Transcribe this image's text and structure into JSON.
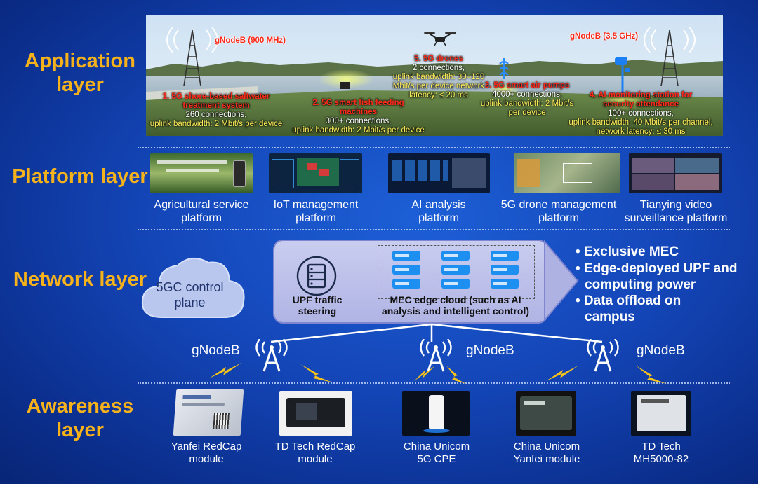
{
  "layers": {
    "application": "Application layer",
    "platform": "Platform layer",
    "network": "Network layer",
    "awareness": "Awareness layer"
  },
  "application": {
    "gnodeb_900": "gNodeB (900 MHz)",
    "gnodeb_35": "gNodeB (3.5 GHz)",
    "items": [
      {
        "title": "1. 5G shore-based saltwater treatment system",
        "detail_white": "260 connections,",
        "detail_yellow": "uplink bandwidth: 2 Mbit/s per device"
      },
      {
        "title": "2. 5G smart fish feeding machines",
        "detail_white": "300+ connections,",
        "detail_yellow": "uplink bandwidth: 2 Mbit/s per device"
      },
      {
        "title": "3. 5G smart air pumps",
        "detail_white": "4000+ connections,",
        "detail_yellow": "uplink bandwidth: 2 Mbit/s per device"
      },
      {
        "title": "4. AI monitoring station for security attendance",
        "detail_white": "100+ connections,",
        "detail_yellow": "uplink bandwidth: 40 Mbit/s per channel, network latency: ≤ 30 ms"
      },
      {
        "title": "5. 5G drones",
        "detail_white": "2 connections,",
        "detail_yellow": "uplink bandwidth: 30–120 Mbit/s per device network latency: ≤ 20 ms"
      }
    ]
  },
  "platform": {
    "items": [
      {
        "label": "Agricultural service platform"
      },
      {
        "label": "IoT management platform"
      },
      {
        "label": "AI analysis platform"
      },
      {
        "label": "5G drone management platform"
      },
      {
        "label": "Tianying video surveillance platform"
      }
    ]
  },
  "network": {
    "cloud": "5GC control plane",
    "upf": "UPF traffic steering",
    "mec": "MEC edge cloud (such as AI analysis and intelligent control)",
    "bullets": [
      "• Exclusive MEC",
      "• Edge-deployed UPF and computing power",
      "• Data offload on campus"
    ],
    "gnodeb": "gNodeB"
  },
  "awareness": {
    "items": [
      {
        "label": "Yanfei RedCap module"
      },
      {
        "label": "TD Tech RedCap module"
      },
      {
        "label": "China Unicom 5G CPE"
      },
      {
        "label": "China Unicom Yanfei module"
      },
      {
        "label": "TD Tech MH5000-82"
      }
    ]
  },
  "colors": {
    "layer_title": "#f6b21b",
    "app_title_red": "#ff2a1a",
    "app_detail_yellow": "#ffef5a",
    "mec_box": "#b8bce8",
    "lightning": "#f6c21b"
  },
  "icons": [
    "cell-tower-icon",
    "drone-icon",
    "air-pump-icon",
    "camera-pole-icon",
    "server-rack-icon",
    "cloud-icon",
    "lightning-icon",
    "antenna-icon"
  ]
}
